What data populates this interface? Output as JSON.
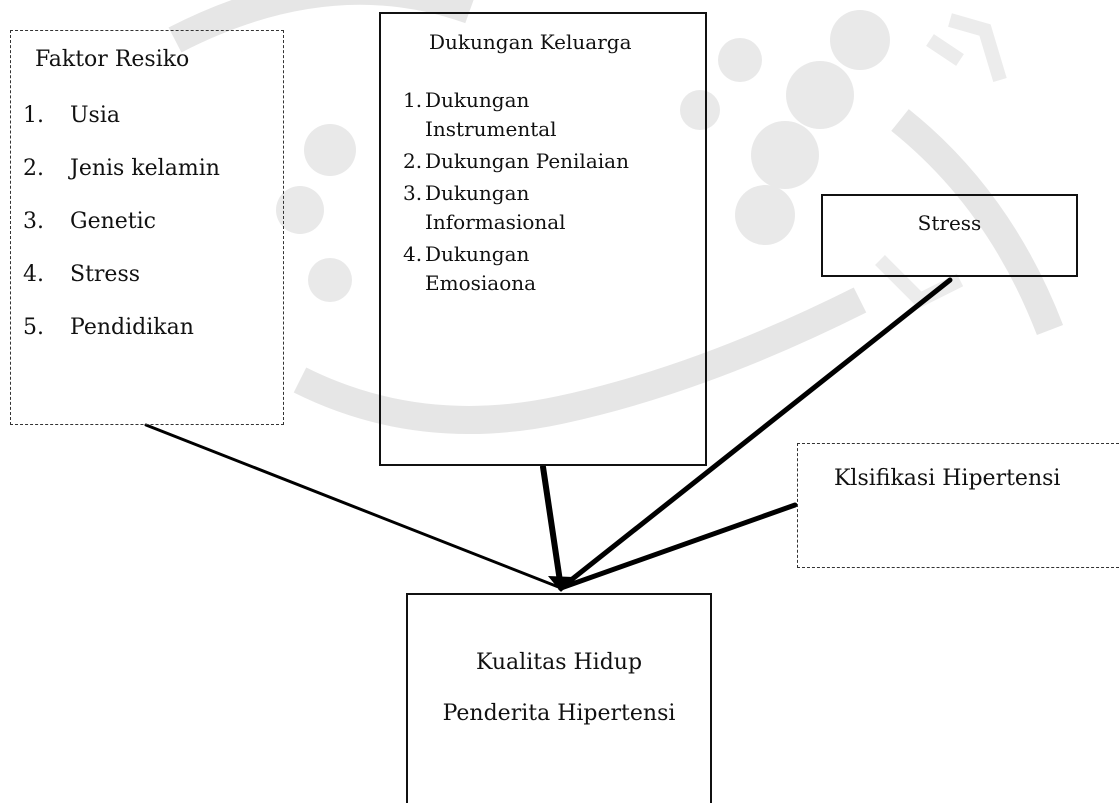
{
  "diagram": {
    "faktor_resiko": {
      "title": "Faktor Resiko",
      "items": [
        {
          "num": "1.",
          "text": "Usia"
        },
        {
          "num": "2.",
          "text": "Jenis kelamin"
        },
        {
          "num": "3.",
          "text": "Genetic"
        },
        {
          "num": "4.",
          "text": "Stress"
        },
        {
          "num": "5.",
          "text": "Pendidikan"
        }
      ]
    },
    "dukungan_keluarga": {
      "title": "Dukungan Keluarga",
      "items": [
        {
          "num": "1.",
          "line1": "Dukungan",
          "line2": "Instrumental"
        },
        {
          "num": "2.",
          "line1": "Dukungan Penilaian",
          "line2": ""
        },
        {
          "num": "3.",
          "line1": "Dukungan",
          "line2": "Informasional"
        },
        {
          "num": "4.",
          "line1": "Dukungan",
          "line2": "Emosiaona"
        }
      ]
    },
    "stress": {
      "title": "Stress"
    },
    "klasifikasi": {
      "title": "Klsifikasi Hipertensi"
    },
    "kualitas_hidup": {
      "line1": "Kualitas Hidup",
      "line2": "Penderita Hipertensi"
    },
    "colors": {
      "line": "#000000",
      "watermark": "#dcdcdc"
    }
  }
}
